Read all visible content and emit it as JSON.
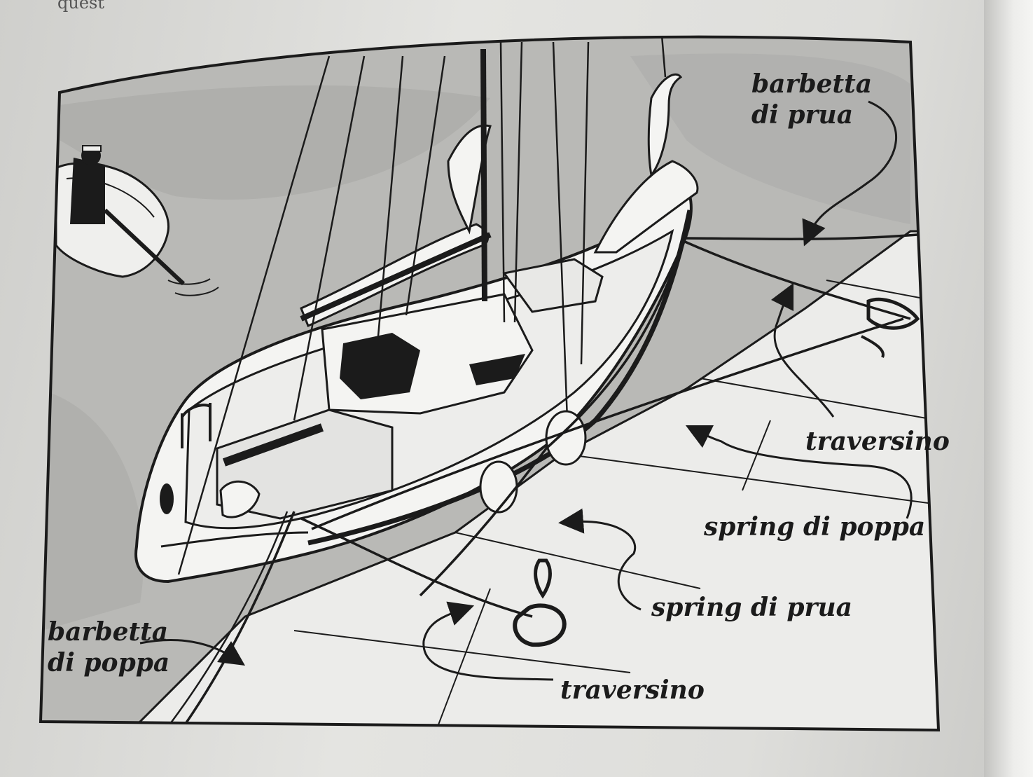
{
  "page_header_fragment": "quest",
  "illustration_alt": "",
  "labels": {
    "barbetta_di_prua": {
      "line1": "barbetta",
      "line2": "di prua"
    },
    "traversino_bow": "traversino",
    "spring_di_poppa": "spring di poppa",
    "spring_di_prua": "spring di prua",
    "traversino_stern": "traversino",
    "barbetta_di_poppa": {
      "line1": "barbetta",
      "line2": "di poppa"
    }
  },
  "colors": {
    "ink": "#1b1b1b",
    "paper": "#e4e4e1",
    "sea": "#b9b9b6",
    "dock": "#ececea",
    "hull": "#f4f4f2"
  }
}
